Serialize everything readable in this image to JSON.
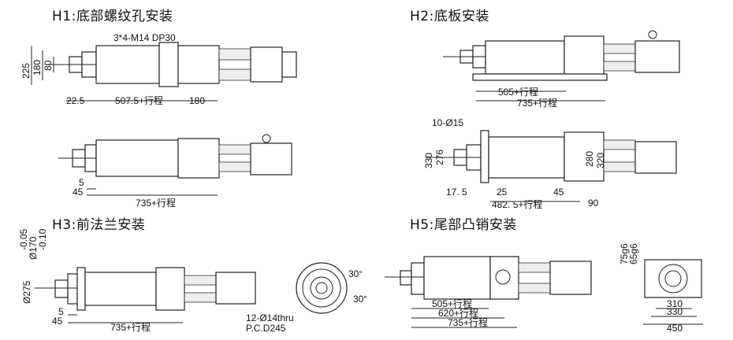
{
  "sections": {
    "h1": {
      "title": "H1:底部螺纹孔安装"
    },
    "h2": {
      "title": "H2:底板安装"
    },
    "h3": {
      "title": "H3:前法兰安装"
    },
    "h5": {
      "title": "H5:尾部凸销安装"
    }
  },
  "h1_dims": {
    "thread": "3*4-M14 DP30",
    "v225": "225",
    "v180": "180",
    "v80": "80",
    "d22_5": "22.5",
    "d507_5": "507.5+行程",
    "d180b": "180"
  },
  "h1b_dims": {
    "d5": "5",
    "d45": "45",
    "d735": "735+行程"
  },
  "h2_dims": {
    "d505": "505+行程",
    "d735": "735+行程"
  },
  "h2b_dims": {
    "holes": "10-Ø15",
    "v330": "330",
    "v276": "276",
    "v280": "280",
    "v320": "320",
    "d17_5": "17. 5",
    "d25": "25",
    "d45": "45",
    "d482_5": "482. 5+行程",
    "d90": "90"
  },
  "h3_dims": {
    "tol_upper": "-0.05",
    "tol_lower": "-0.10",
    "d170": "Ø170",
    "d275": "Ø275",
    "d5": "5",
    "d45": "45",
    "d735": "735+行程",
    "holes": "12-Ø14thru",
    "pcd": "P.C.D245",
    "a30a": "30°",
    "a30b": "30°"
  },
  "h5_dims": {
    "d75": "75g6",
    "d65": "65g6",
    "d505": "505+行程",
    "d620": "620+行程",
    "d735": "735+行程",
    "w310": "310",
    "w330": "330",
    "w450": "450"
  }
}
